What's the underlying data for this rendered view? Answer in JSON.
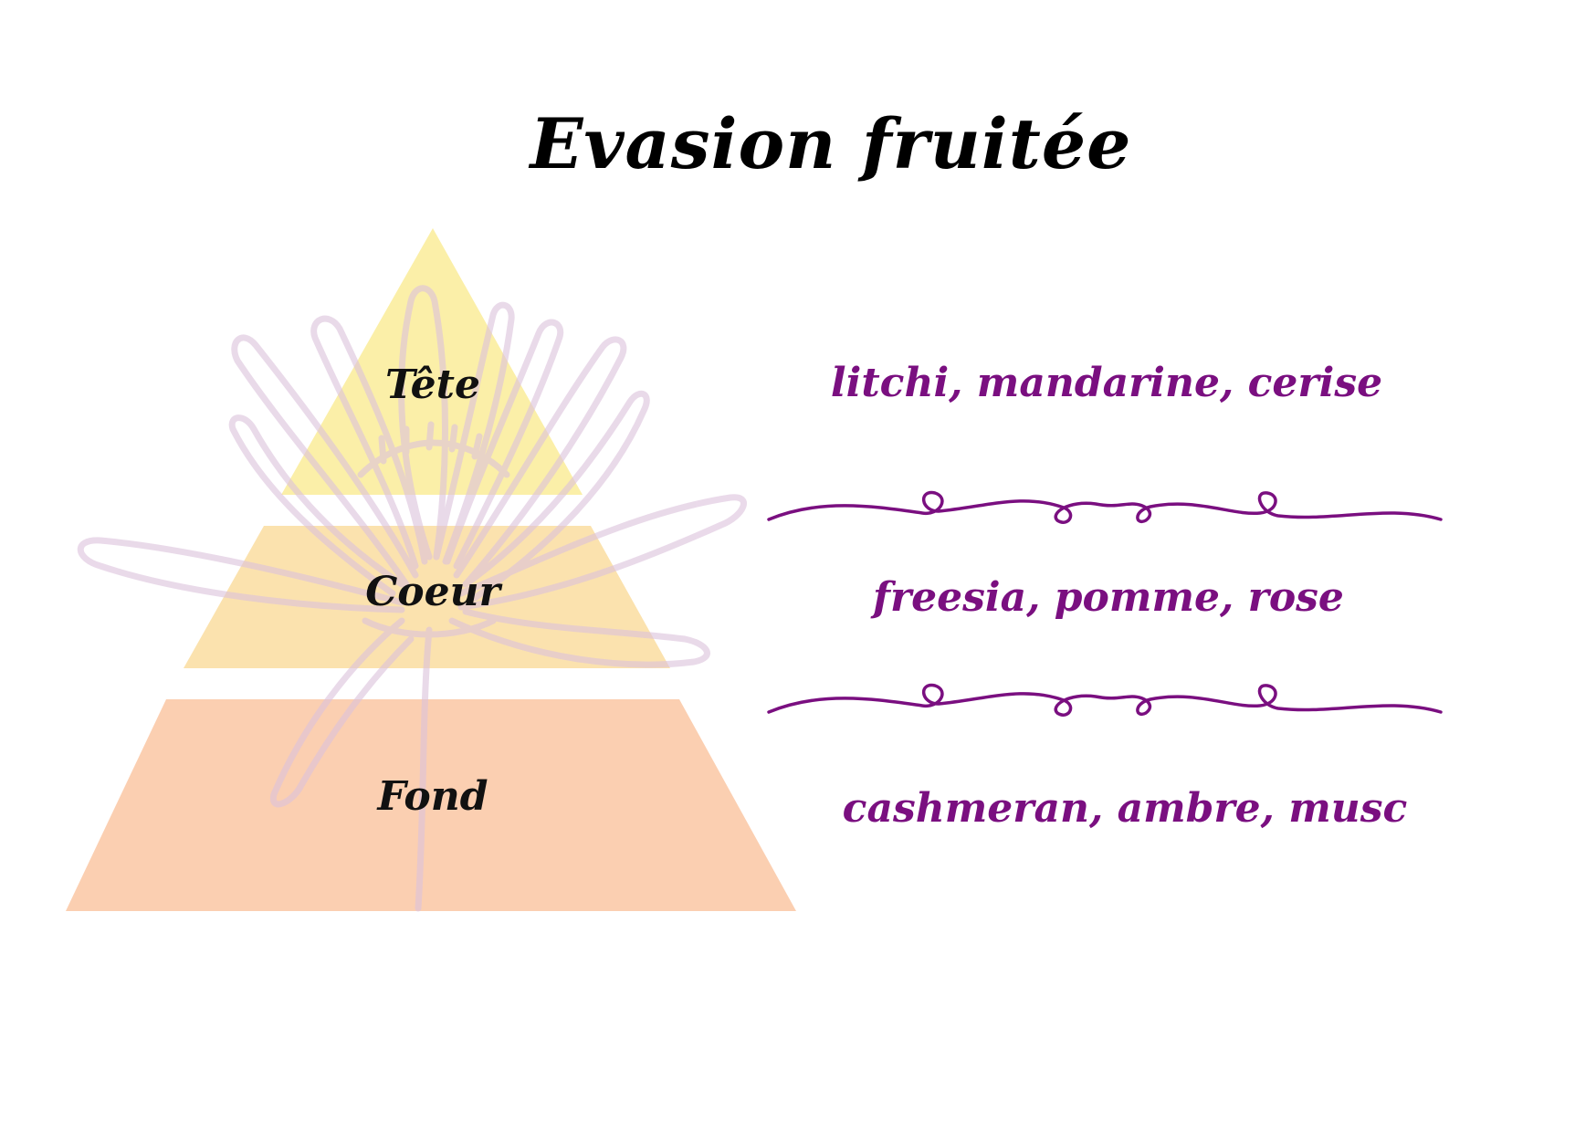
{
  "title": "Evasion fruitée",
  "pyramid": {
    "tiers": [
      {
        "label": "Tête",
        "notes": "litchi, mandarine, cerise",
        "color": "#fbefa8"
      },
      {
        "label": "Coeur",
        "notes": "freesia, pomme, rose",
        "color": "#fbe2ae"
      },
      {
        "label": "Fond",
        "notes": "cashmeran, ambre, musc",
        "color": "#fbcfb1"
      }
    ]
  },
  "colors": {
    "notes_text": "#7a0f80",
    "divider": "#7a0f80",
    "lotus_outline": "#e3cde2"
  },
  "decorations": {
    "background_icon": "lotus-flower-outline",
    "divider_icon": "swirl-divider"
  }
}
